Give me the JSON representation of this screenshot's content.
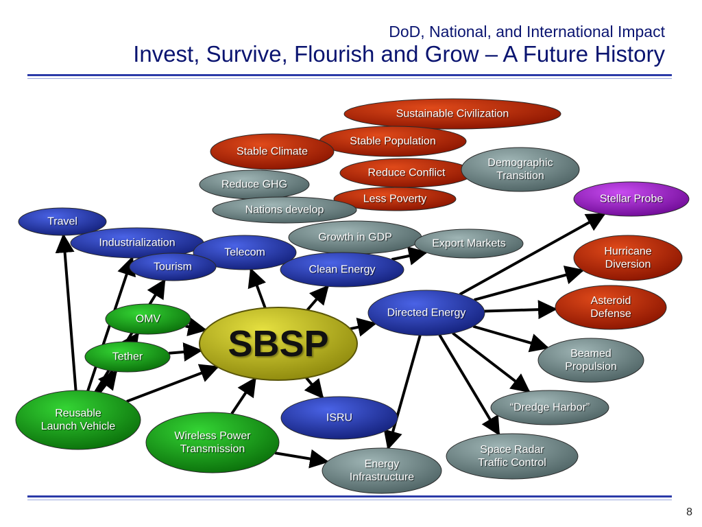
{
  "header": {
    "subtitle": "DoD, National, and International Impact",
    "title": "Invest, Survive, Flourish and Grow – A Future History"
  },
  "page_number": "8",
  "colors": {
    "red": "#b01e00",
    "blue": "#1e33b5",
    "green": "#109f10",
    "gray": "#6f8788",
    "purple": "#9b12c8",
    "olive": "#b8b21a",
    "arrow": "#000000",
    "rule": "#2b3aa8"
  },
  "nodes": [
    {
      "id": "sustainable-civilization",
      "label": "Sustainable Civilization",
      "color": "red"
    },
    {
      "id": "stable-population",
      "label": "Stable Population",
      "color": "red"
    },
    {
      "id": "stable-climate",
      "label": "Stable Climate",
      "color": "red"
    },
    {
      "id": "reduce-conflict",
      "label": "Reduce Conflict",
      "color": "red"
    },
    {
      "id": "demographic-transition",
      "label": "Demographic\nTransition",
      "color": "gray"
    },
    {
      "id": "reduce-ghg",
      "label": "Reduce GHG",
      "color": "gray"
    },
    {
      "id": "less-poverty",
      "label": "Less Poverty",
      "color": "red"
    },
    {
      "id": "nations-develop",
      "label": "Nations develop",
      "color": "gray"
    },
    {
      "id": "stellar-probe",
      "label": "Stellar Probe",
      "color": "purple"
    },
    {
      "id": "travel",
      "label": "Travel",
      "color": "blue"
    },
    {
      "id": "industrialization",
      "label": "Industrialization",
      "color": "blue"
    },
    {
      "id": "growth-in-gdp",
      "label": "Growth in GDP",
      "color": "gray"
    },
    {
      "id": "export-markets",
      "label": "Export Markets",
      "color": "gray"
    },
    {
      "id": "telecom",
      "label": "Telecom",
      "color": "blue"
    },
    {
      "id": "hurricane-diversion",
      "label": "Hurricane\nDiversion",
      "color": "red"
    },
    {
      "id": "tourism",
      "label": "Tourism",
      "color": "blue"
    },
    {
      "id": "clean-energy",
      "label": "Clean Energy",
      "color": "blue"
    },
    {
      "id": "asteroid-defense",
      "label": "Asteroid\nDefense",
      "color": "red"
    },
    {
      "id": "directed-energy",
      "label": "Directed Energy",
      "color": "blue"
    },
    {
      "id": "omv",
      "label": "OMV",
      "color": "green"
    },
    {
      "id": "sbsp",
      "label": "SBSP",
      "color": "olive"
    },
    {
      "id": "tether",
      "label": "Tether",
      "color": "green"
    },
    {
      "id": "beamed-propulsion",
      "label": "Beamed\nPropulsion",
      "color": "gray"
    },
    {
      "id": "dredge-harbor",
      "label": "“Dredge Harbor”",
      "color": "gray"
    },
    {
      "id": "reusable-launch-vehicle",
      "label": "Reusable\nLaunch Vehicle",
      "color": "green"
    },
    {
      "id": "isru",
      "label": "ISRU",
      "color": "blue"
    },
    {
      "id": "wireless-power-transmission",
      "label": "Wireless Power\nTransmission",
      "color": "green"
    },
    {
      "id": "space-radar",
      "label": "Space Radar\nTraffic Control",
      "color": "gray"
    },
    {
      "id": "energy-infrastructure",
      "label": "Energy\nInfrastructure",
      "color": "gray"
    }
  ],
  "edges": [
    [
      "reusable-launch-vehicle",
      "travel"
    ],
    [
      "reusable-launch-vehicle",
      "industrialization"
    ],
    [
      "reusable-launch-vehicle",
      "tourism"
    ],
    [
      "reusable-launch-vehicle",
      "omv"
    ],
    [
      "reusable-launch-vehicle",
      "tether"
    ],
    [
      "reusable-launch-vehicle",
      "sbsp"
    ],
    [
      "omv",
      "sbsp"
    ],
    [
      "tether",
      "sbsp"
    ],
    [
      "wireless-power-transmission",
      "sbsp"
    ],
    [
      "wireless-power-transmission",
      "energy-infrastructure"
    ],
    [
      "sbsp",
      "telecom"
    ],
    [
      "sbsp",
      "clean-energy"
    ],
    [
      "sbsp",
      "isru"
    ],
    [
      "sbsp",
      "directed-energy"
    ],
    [
      "clean-energy",
      "export-markets"
    ],
    [
      "directed-energy",
      "stellar-probe"
    ],
    [
      "directed-energy",
      "hurricane-diversion"
    ],
    [
      "directed-energy",
      "asteroid-defense"
    ],
    [
      "directed-energy",
      "beamed-propulsion"
    ],
    [
      "directed-energy",
      "dredge-harbor"
    ],
    [
      "directed-energy",
      "space-radar"
    ],
    [
      "directed-energy",
      "energy-infrastructure"
    ]
  ]
}
